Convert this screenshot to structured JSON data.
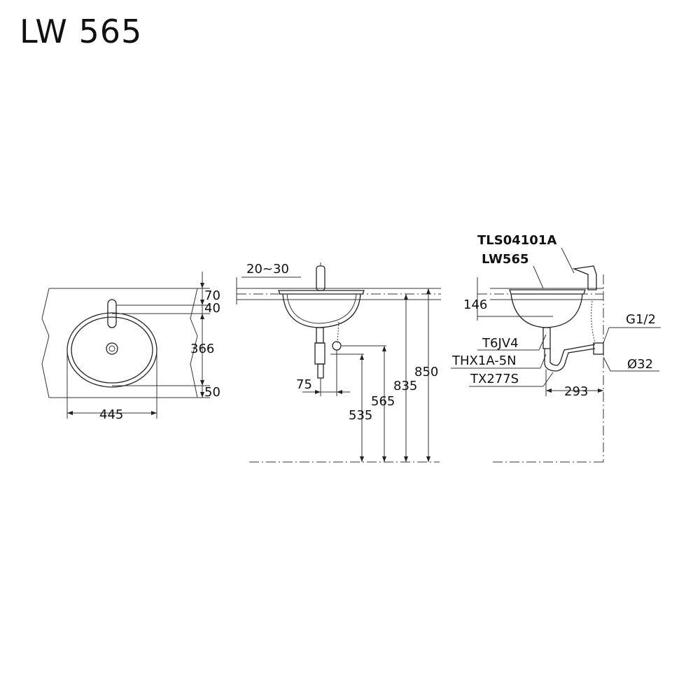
{
  "title": "LW 565",
  "top_view": {
    "dim_70": "70",
    "dim_40": "40",
    "dim_366": "366",
    "dim_50": "50",
    "dim_445": "445"
  },
  "side_view": {
    "dim_20_30": "20~30",
    "dim_75": "75",
    "dim_535": "535",
    "dim_565": "565",
    "dim_835": "835",
    "dim_850": "850"
  },
  "install_view": {
    "faucet_model": "TLS04101A",
    "basin_model": "LW565",
    "dim_146": "146",
    "part_t6jv4": "T6JV4",
    "part_thx1a": "THX1A-5N",
    "part_tx277s": "TX277S",
    "dim_g12": "G1/2",
    "dim_d32": "Ø32",
    "dim_293": "293"
  }
}
